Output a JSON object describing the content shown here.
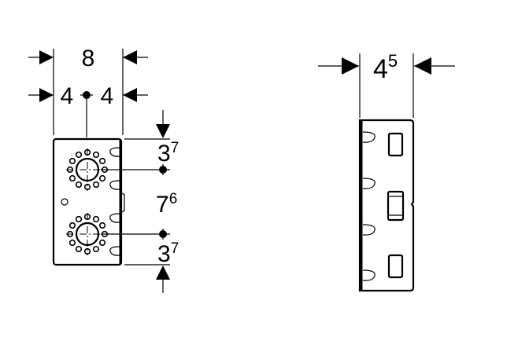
{
  "front_view": {
    "width_total": "8",
    "width_left_half": "4",
    "width_right_half": "4",
    "top_offset": {
      "base": "3",
      "sup": "7"
    },
    "center_spacing": {
      "base": "7",
      "sup": "6"
    },
    "bottom_offset": {
      "base": "3",
      "sup": "7"
    }
  },
  "side_view": {
    "depth": {
      "base": "4",
      "sup": "5"
    }
  }
}
